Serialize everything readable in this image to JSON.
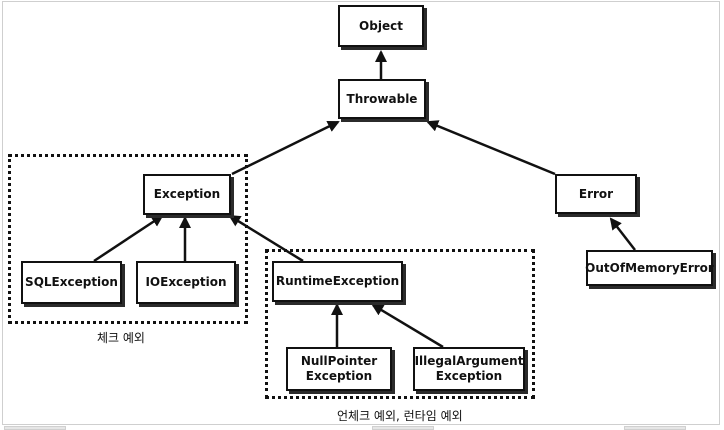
{
  "nodes": {
    "object": "Object",
    "throwable": "Throwable",
    "exception": "Exception",
    "error": "Error",
    "sql_exception": "SQLException",
    "io_exception": "IOException",
    "runtime_exception": "RuntimeException",
    "out_of_memory_error": "OutOfMemoryError",
    "null_pointer_exception": "NullPointer\nException",
    "illegal_argument_exception": "IllegalArgument\nException"
  },
  "groups": {
    "checked_label": "체크 예외",
    "unchecked_label": "언체크 예외, 런타임 예외"
  }
}
